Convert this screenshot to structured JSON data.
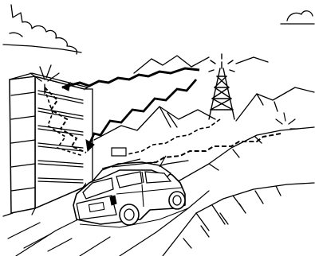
{
  "colors": {
    "ink": "#000000",
    "paper": "#ffffff"
  },
  "elements": [
    "cloud-left",
    "cloud-right",
    "mountain-range",
    "radio-tower",
    "office-building",
    "station-wagon-car",
    "road",
    "signal-paths"
  ]
}
